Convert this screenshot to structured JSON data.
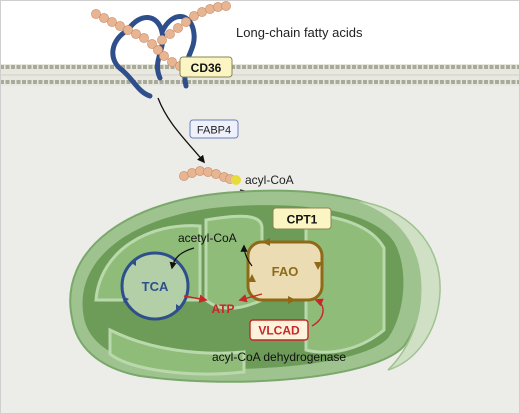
{
  "labels": {
    "fatty_acids": "Long-chain fatty acids",
    "cd36": "CD36",
    "fabp4": "FABP4",
    "acyl_coa": "acyl-CoA",
    "cpt1": "CPT1",
    "acetyl_coa": "acetyl-CoA",
    "tca": "TCA",
    "fao": "FAO",
    "atp": "ATP",
    "vlcad": "VLCAD",
    "dehydrogenase": "acyl-CoA dehydrogenase"
  },
  "colors": {
    "membrane": "#a9ab9a",
    "cytoplasm": "#ecede8",
    "mito_outer": "#9ec38f",
    "mito_inner": "#6d9b58",
    "cristae": "#8fbd79",
    "bead": "#e8b593",
    "bead_head": "#e6dc3c",
    "cd36_protein": "#2e4f8c",
    "cd36_box": "#fbf5c4",
    "fabp4_box": "#eef1fb",
    "tca_cycle": "#2e4f8c",
    "fao_cycle": "#8e6a18",
    "atp": "#c62828",
    "vlcad_border": "#c62828"
  },
  "icons": [
    "fatty-acid-chain",
    "cd36-protein",
    "mitochondrion"
  ]
}
